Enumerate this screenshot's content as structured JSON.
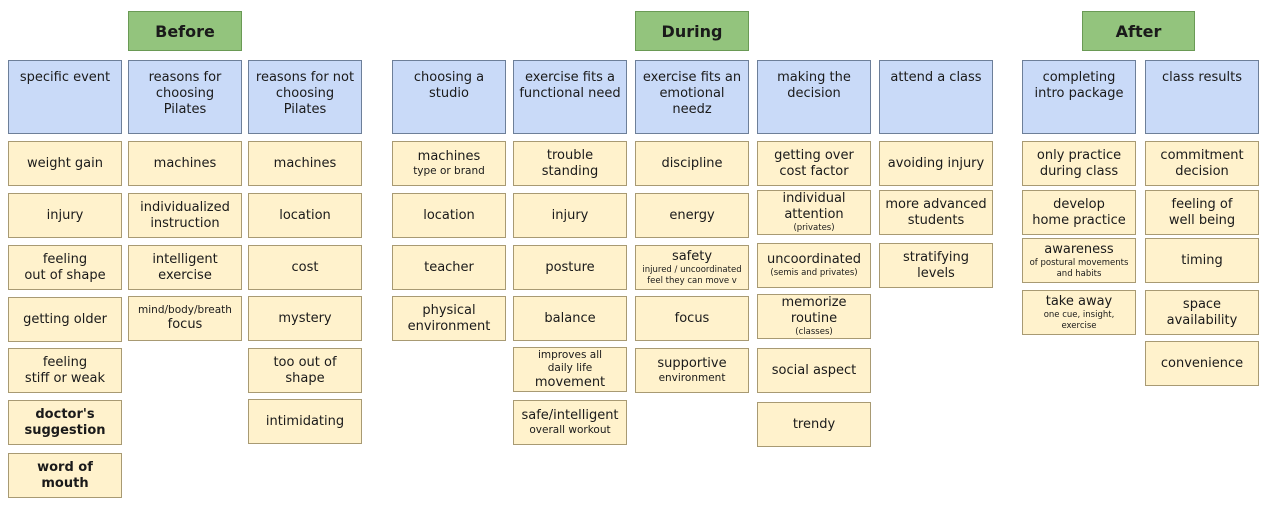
{
  "phases": {
    "before": "Before",
    "during": "During",
    "after": "After"
  },
  "columns": [
    {
      "head": "specific event",
      "cards": [
        {
          "pre": "",
          "main": "weight gain",
          "sub": ""
        },
        {
          "pre": "",
          "main": "injury",
          "sub": ""
        },
        {
          "pre": "",
          "main": "feeling\nout of shape",
          "sub": ""
        },
        {
          "pre": "",
          "main": "getting older",
          "sub": ""
        },
        {
          "pre": "",
          "main": "feeling\nstiff or weak",
          "sub": ""
        },
        {
          "pre": "",
          "main": "doctor's\nsuggestion",
          "sub": "",
          "bold": true
        },
        {
          "pre": "",
          "main": "word of mouth",
          "sub": "",
          "bold": true
        }
      ]
    },
    {
      "head": "reasons for choosing Pilates",
      "cards": [
        {
          "pre": "",
          "main": "machines",
          "sub": ""
        },
        {
          "pre": "",
          "main": "individualized\ninstruction",
          "sub": ""
        },
        {
          "pre": "",
          "main": "intelligent\nexercise",
          "sub": ""
        },
        {
          "pre": "mind/body/breath",
          "main": "focus",
          "sub": ""
        }
      ]
    },
    {
      "head": "reasons for not choosing Pilates",
      "cards": [
        {
          "pre": "",
          "main": "machines",
          "sub": ""
        },
        {
          "pre": "",
          "main": "location",
          "sub": ""
        },
        {
          "pre": "",
          "main": "cost",
          "sub": ""
        },
        {
          "pre": "",
          "main": "mystery",
          "sub": ""
        },
        {
          "pre": "",
          "main": "too out of\nshape",
          "sub": ""
        },
        {
          "pre": "",
          "main": "intimidating",
          "sub": ""
        }
      ]
    },
    {
      "head": "choosing a studio",
      "cards": [
        {
          "pre": "",
          "main": "machines",
          "sub": "type or brand"
        },
        {
          "pre": "",
          "main": "location",
          "sub": ""
        },
        {
          "pre": "",
          "main": "teacher",
          "sub": ""
        },
        {
          "pre": "",
          "main": "physical\nenvironment",
          "sub": ""
        }
      ]
    },
    {
      "head": "exercise fits a functional need",
      "cards": [
        {
          "pre": "",
          "main": "trouble\nstanding",
          "sub": ""
        },
        {
          "pre": "",
          "main": "injury",
          "sub": ""
        },
        {
          "pre": "",
          "main": "posture",
          "sub": ""
        },
        {
          "pre": "",
          "main": "balance",
          "sub": ""
        },
        {
          "pre": "improves all\ndaily life",
          "main": "movement",
          "sub": ""
        },
        {
          "pre": "",
          "main": "safe/intelligent",
          "sub": "overall workout"
        }
      ]
    },
    {
      "head": "exercise fits an emotional needz",
      "cards": [
        {
          "pre": "",
          "main": "discipline",
          "sub": ""
        },
        {
          "pre": "",
          "main": "energy",
          "sub": ""
        },
        {
          "pre": "",
          "main": "safety",
          "sub": "injured / uncoordinated\nfeel they can move v"
        },
        {
          "pre": "",
          "main": "focus",
          "sub": ""
        },
        {
          "pre": "",
          "main": "supportive",
          "sub": "environment"
        }
      ]
    },
    {
      "head": "making the decision",
      "cards": [
        {
          "pre": "",
          "main": "getting over\ncost factor",
          "sub": ""
        },
        {
          "pre": "",
          "main": "individual\nattention",
          "sub": "(privates)"
        },
        {
          "pre": "",
          "main": "uncoordinated",
          "sub": "(semis and privates)"
        },
        {
          "pre": "",
          "main": "memorize\nroutine",
          "sub": "(classes)"
        },
        {
          "pre": "",
          "main": "social aspect",
          "sub": ""
        },
        {
          "pre": "",
          "main": "trendy",
          "sub": ""
        }
      ]
    },
    {
      "head": "attend a class",
      "cards": [
        {
          "pre": "",
          "main": "avoiding injury",
          "sub": ""
        },
        {
          "pre": "",
          "main": "more advanced\nstudents",
          "sub": ""
        },
        {
          "pre": "",
          "main": "stratifying\nlevels",
          "sub": ""
        }
      ]
    },
    {
      "head": "completing intro package",
      "cards": [
        {
          "pre": "",
          "main": "only practice\nduring class",
          "sub": ""
        },
        {
          "pre": "",
          "main": "develop\nhome practice",
          "sub": ""
        },
        {
          "pre": "",
          "main": "awareness",
          "sub": "of postural movements\nand habits"
        },
        {
          "pre": "",
          "main": "take away",
          "sub": "one cue, insight, exercise"
        }
      ]
    },
    {
      "head": "class results",
      "cards": [
        {
          "pre": "",
          "main": "commitment\ndecision",
          "sub": ""
        },
        {
          "pre": "",
          "main": "feeling of\nwell being",
          "sub": ""
        },
        {
          "pre": "",
          "main": "timing",
          "sub": ""
        },
        {
          "pre": "",
          "main": "space\navailability",
          "sub": ""
        },
        {
          "pre": "",
          "main": "convenience",
          "sub": ""
        }
      ]
    }
  ]
}
